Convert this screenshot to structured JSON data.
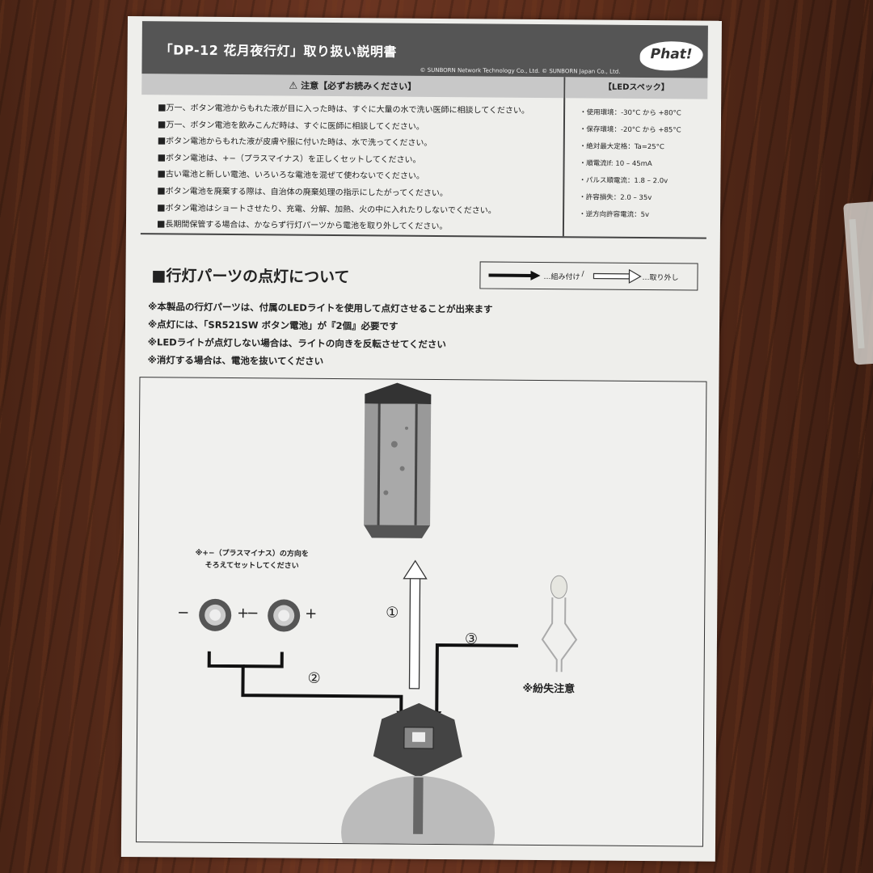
{
  "header": {
    "title": "「DP-12 花月夜行灯」取り扱い説明書",
    "copyright": "© SUNBORN Network Technology Co., Ltd. © SUNBORN Japan Co., Ltd.",
    "logo": "Phat!"
  },
  "caution": {
    "icon": "warning-triangle-icon",
    "heading": "注意【必ずお読みください】",
    "items": [
      "万一、ボタン電池からもれた液が目に入った時は、すぐに大量の水で洗い医師に相談してください。",
      "万一、ボタン電池を飲みこんだ時は、すぐに医師に相談してください。",
      "ボタン電池からもれた液が皮膚や服に付いた時は、水で洗ってください。",
      "ボタン電池は、+−（プラスマイナス）を正しくセットしてください。",
      "古い電池と新しい電池、いろいろな電池を混ぜて使わないでください。",
      "ボタン電池を廃棄する際は、自治体の廃棄処理の指示にしたがってください。",
      "ボタン電池はショートさせたり、充電、分解、加熱、火の中に入れたりしないでください。",
      "長期間保管する場合は、かならず行灯パーツから電池を取り外してください。"
    ]
  },
  "spec": {
    "heading": "【LEDスペック】",
    "items": [
      "使用環境：-30°C から +80°C",
      "保存環境：-20°C から +85°C",
      "絶対最大定格：Ta=25°C",
      "順電流If: 10 – 45mA",
      "パルス順電流：1.8 – 2.0v",
      "許容損失：2.0 – 35v",
      "逆方向許容電流：5v"
    ]
  },
  "section": {
    "title": "行灯パーツの点灯について",
    "legend_attach": "…組み付け",
    "legend_sep": "/",
    "legend_remove": "…取り外し",
    "notes": [
      "本製品の行灯パーツは、付属のLEDライトを使用して点灯させることが出来ます",
      "点灯には、「SR521SW ボタン電池」が『2個』必要です",
      "LEDライトが点灯しない場合は、ライトの向きを反転させてください",
      "消灯する場合は、電池を抜いてください"
    ]
  },
  "diagram": {
    "battery_note_line1": "※+−（プラスマイナス）の方向を",
    "battery_note_line2": "そろえてセットしてください",
    "minus": "−",
    "plus": "+",
    "step1": "①",
    "step2": "②",
    "step3": "③",
    "loss_note": "※紛失注意"
  },
  "colors": {
    "header_bg": "#555555",
    "head_band": "#c8c8c8",
    "paper": "#eeeeeb"
  }
}
